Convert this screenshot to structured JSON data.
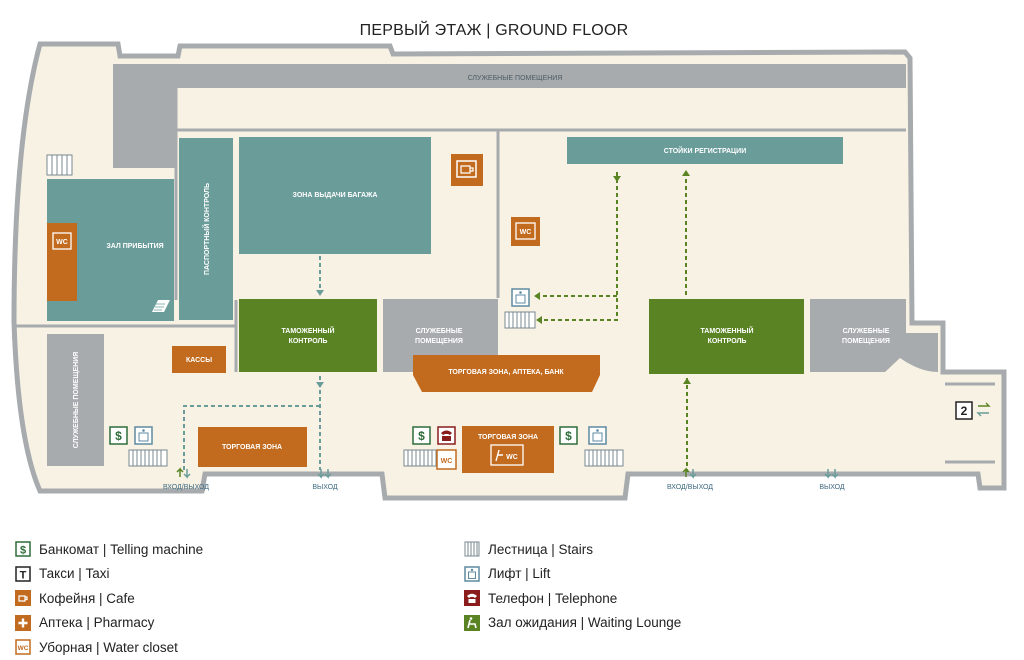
{
  "title": "ПЕРВЫЙ ЭТАЖ  |  GROUND FLOOR",
  "areas": {
    "service_top": "СЛУЖЕБНЫЕ ПОМЕЩЕНИЯ",
    "checkin": "СТОЙКИ РЕГИСТРАЦИИ",
    "baggage": "ЗОНА ВЫДАЧИ БАГАЖА",
    "passport": "ПАСПОРТНЫЙ КОНТРОЛЬ",
    "arrivals": "ЗАЛ ПРИБЫТИЯ",
    "customs_left_1": "ТАМОЖЕННЫЙ",
    "customs_left_2": "КОНТРОЛЬ",
    "service_mid_1": "СЛУЖЕБНЫЕ",
    "service_mid_2": "ПОМЕЩЕНИЯ",
    "shop_strip": "ТОРГОВАЯ ЗОНА, АПТЕКА, БАНК",
    "customs_right_1": "ТАМОЖЕННЫЙ",
    "customs_right_2": "КОНТРОЛЬ",
    "service_right_1": "СЛУЖЕБНЫЕ",
    "service_right_2": "ПОМЕЩЕНИЯ",
    "cashier": "КАССЫ",
    "service_left_v": "СЛУЖЕБНЫЕ ПОМЕЩЕНИЯ",
    "shop_left": "ТОРГОВАЯ ЗОНА",
    "shop_center": "ТОРГОВАЯ ЗОНА"
  },
  "gates": {
    "entry_exit_1": "ВХОД/ВЫХОД",
    "exit_1": "ВЫХОД",
    "entry_exit_2": "ВХОД/ВЫХОД",
    "exit_2": "ВЫХОД"
  },
  "icons": {
    "wc": "WC",
    "floor_number": "2"
  },
  "legend": {
    "left": [
      {
        "icon": "atm-icon",
        "label": "Банкомат | Telling machine"
      },
      {
        "icon": "taxi-icon",
        "label": "Такси | Taxi"
      },
      {
        "icon": "cafe-icon",
        "label": "Кофейня | Cafe"
      },
      {
        "icon": "pharmacy-icon",
        "label": "Аптека | Pharmacy"
      },
      {
        "icon": "wc-icon",
        "label": "Уборная | Water closet"
      }
    ],
    "right": [
      {
        "icon": "stairs-icon",
        "label": "Лестница | Stairs"
      },
      {
        "icon": "lift-icon",
        "label": "Лифт | Lift"
      },
      {
        "icon": "telephone-icon",
        "label": "Телефон | Telephone"
      },
      {
        "icon": "waiting-lounge-icon",
        "label": "Зал ожидания | Waiting Lounge"
      }
    ]
  },
  "colors": {
    "floor": "#f7f2e4",
    "wall": "#a7abae",
    "teal": "#6a9c9a",
    "green": "#5a8424",
    "orange": "#c26b1f",
    "gray_room": "#a7abae",
    "red_phone": "#8b1c1c",
    "atm_green": "#2f6c3a",
    "lift_blue": "#5e8aa0"
  }
}
